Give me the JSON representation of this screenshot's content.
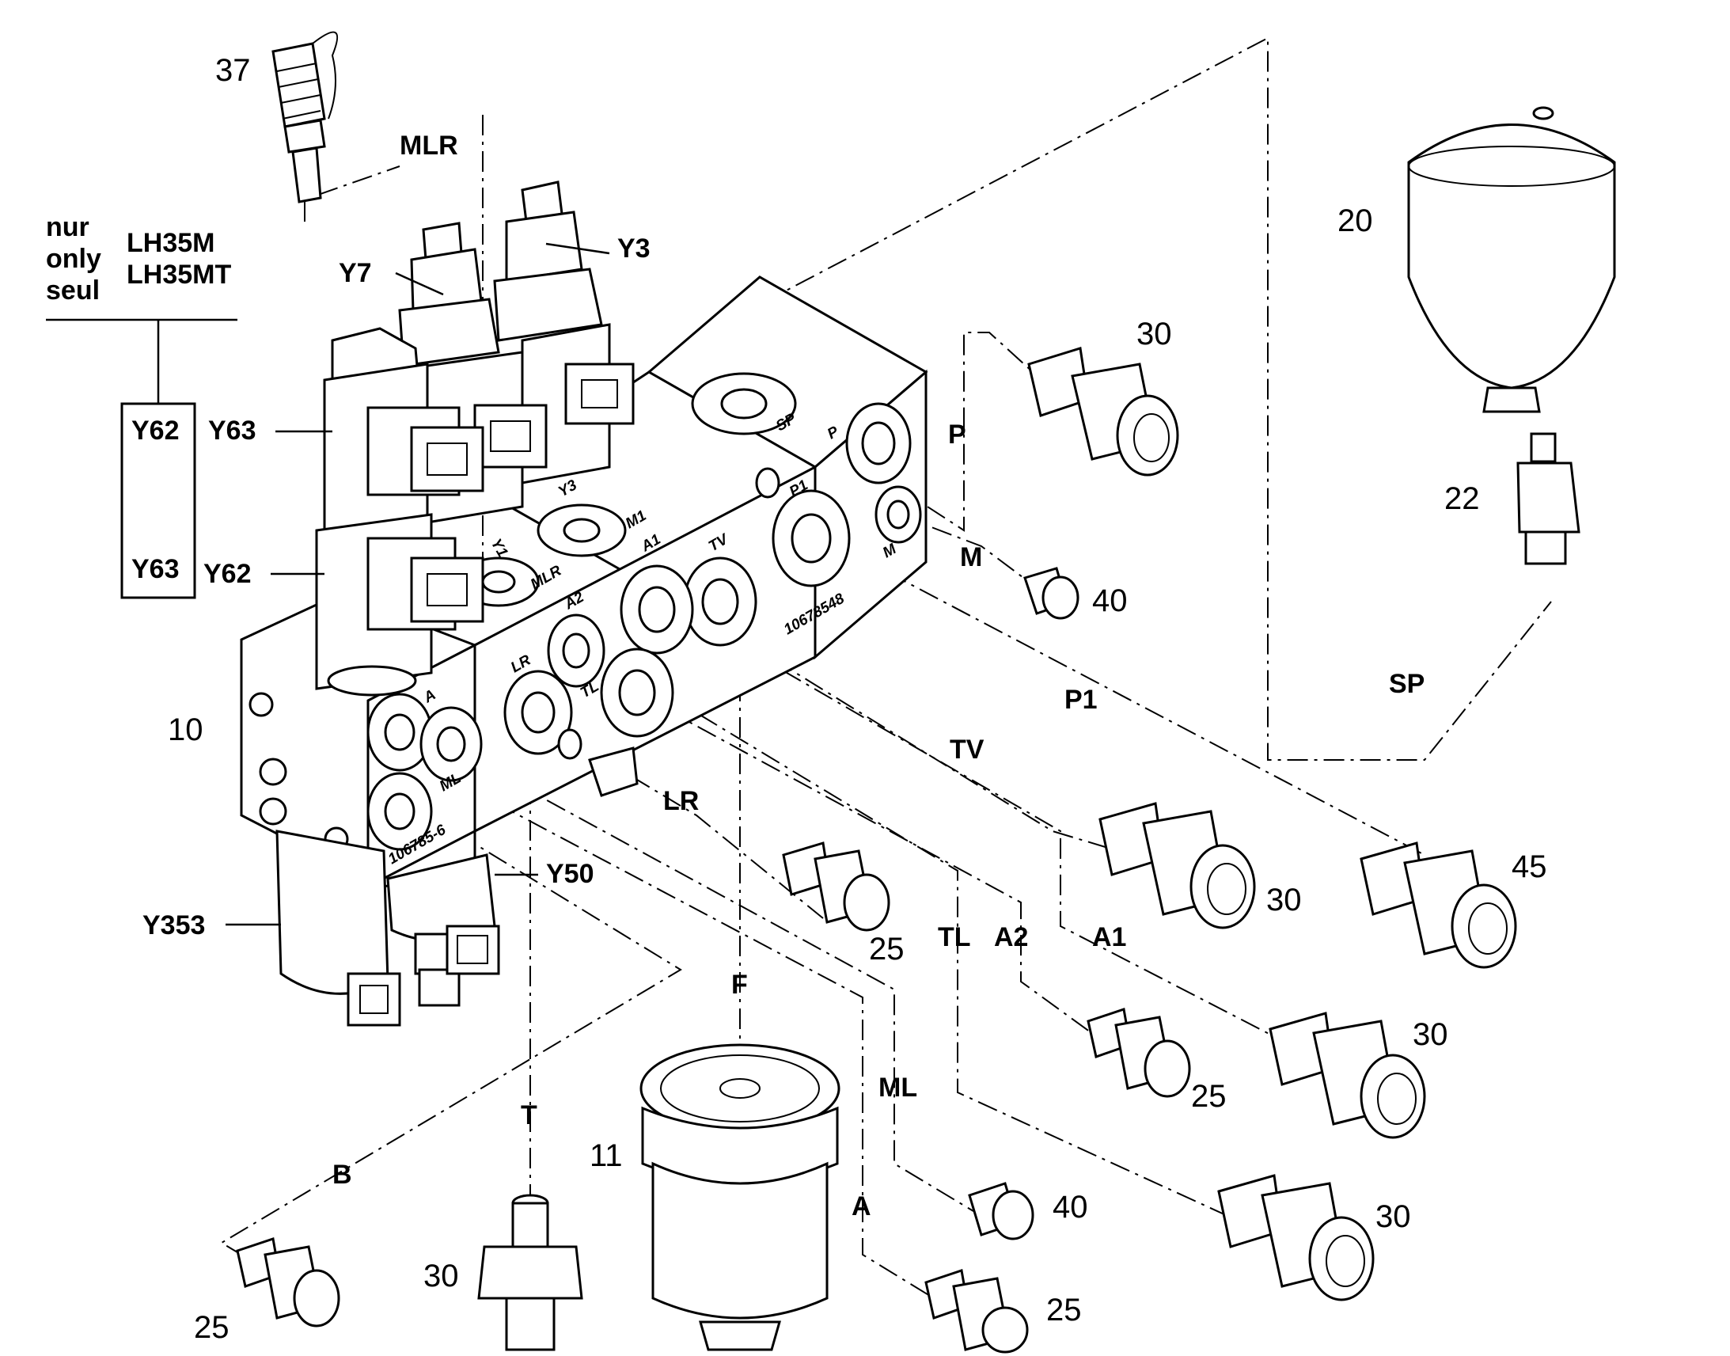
{
  "colors": {
    "line": "#000000",
    "background": "#ffffff"
  },
  "note": {
    "line1": "nur",
    "line2": "only",
    "line3": "seul",
    "model1": "LH35M",
    "model2": "LH35MT"
  },
  "note_box": {
    "top": "Y62",
    "bottom": "Y63"
  },
  "valves": {
    "y3": "Y3",
    "y7": "Y7",
    "y63": "Y63",
    "y62": "Y62",
    "y50": "Y50",
    "y353": "Y353"
  },
  "lines": {
    "mlr": "MLR",
    "p": "P",
    "m": "M",
    "sp": "SP",
    "p1": "P1",
    "tv": "TV",
    "lr": "LR",
    "tl": "TL",
    "a2": "A2",
    "a1": "A1",
    "f": "F",
    "ml": "ML",
    "t": "T",
    "b": "B",
    "a": "A"
  },
  "ports": {
    "sp": "SP",
    "p": "P",
    "p1": "P1",
    "m": "M",
    "y3": "Y3",
    "y1": "Y1",
    "m1": "M1",
    "mlr": "MLR",
    "a1": "A1",
    "tv": "TV",
    "a2": "A2",
    "lr": "LR",
    "tl": "TL",
    "a": "A",
    "ml": "ML"
  },
  "serials": {
    "main": "10678548",
    "small": "106785-6"
  },
  "items": {
    "n37": "37",
    "n20": "20",
    "n22": "22",
    "n30_top": "30",
    "n40_top": "40",
    "n10": "10",
    "n45": "45",
    "n30_a": "30",
    "n25_lr": "25",
    "n30_b": "30",
    "n25_a2": "25",
    "n30_c": "30",
    "n40_bottom": "40",
    "n25_a": "25",
    "n11": "11",
    "n30_t": "30",
    "n25_b": "25"
  }
}
